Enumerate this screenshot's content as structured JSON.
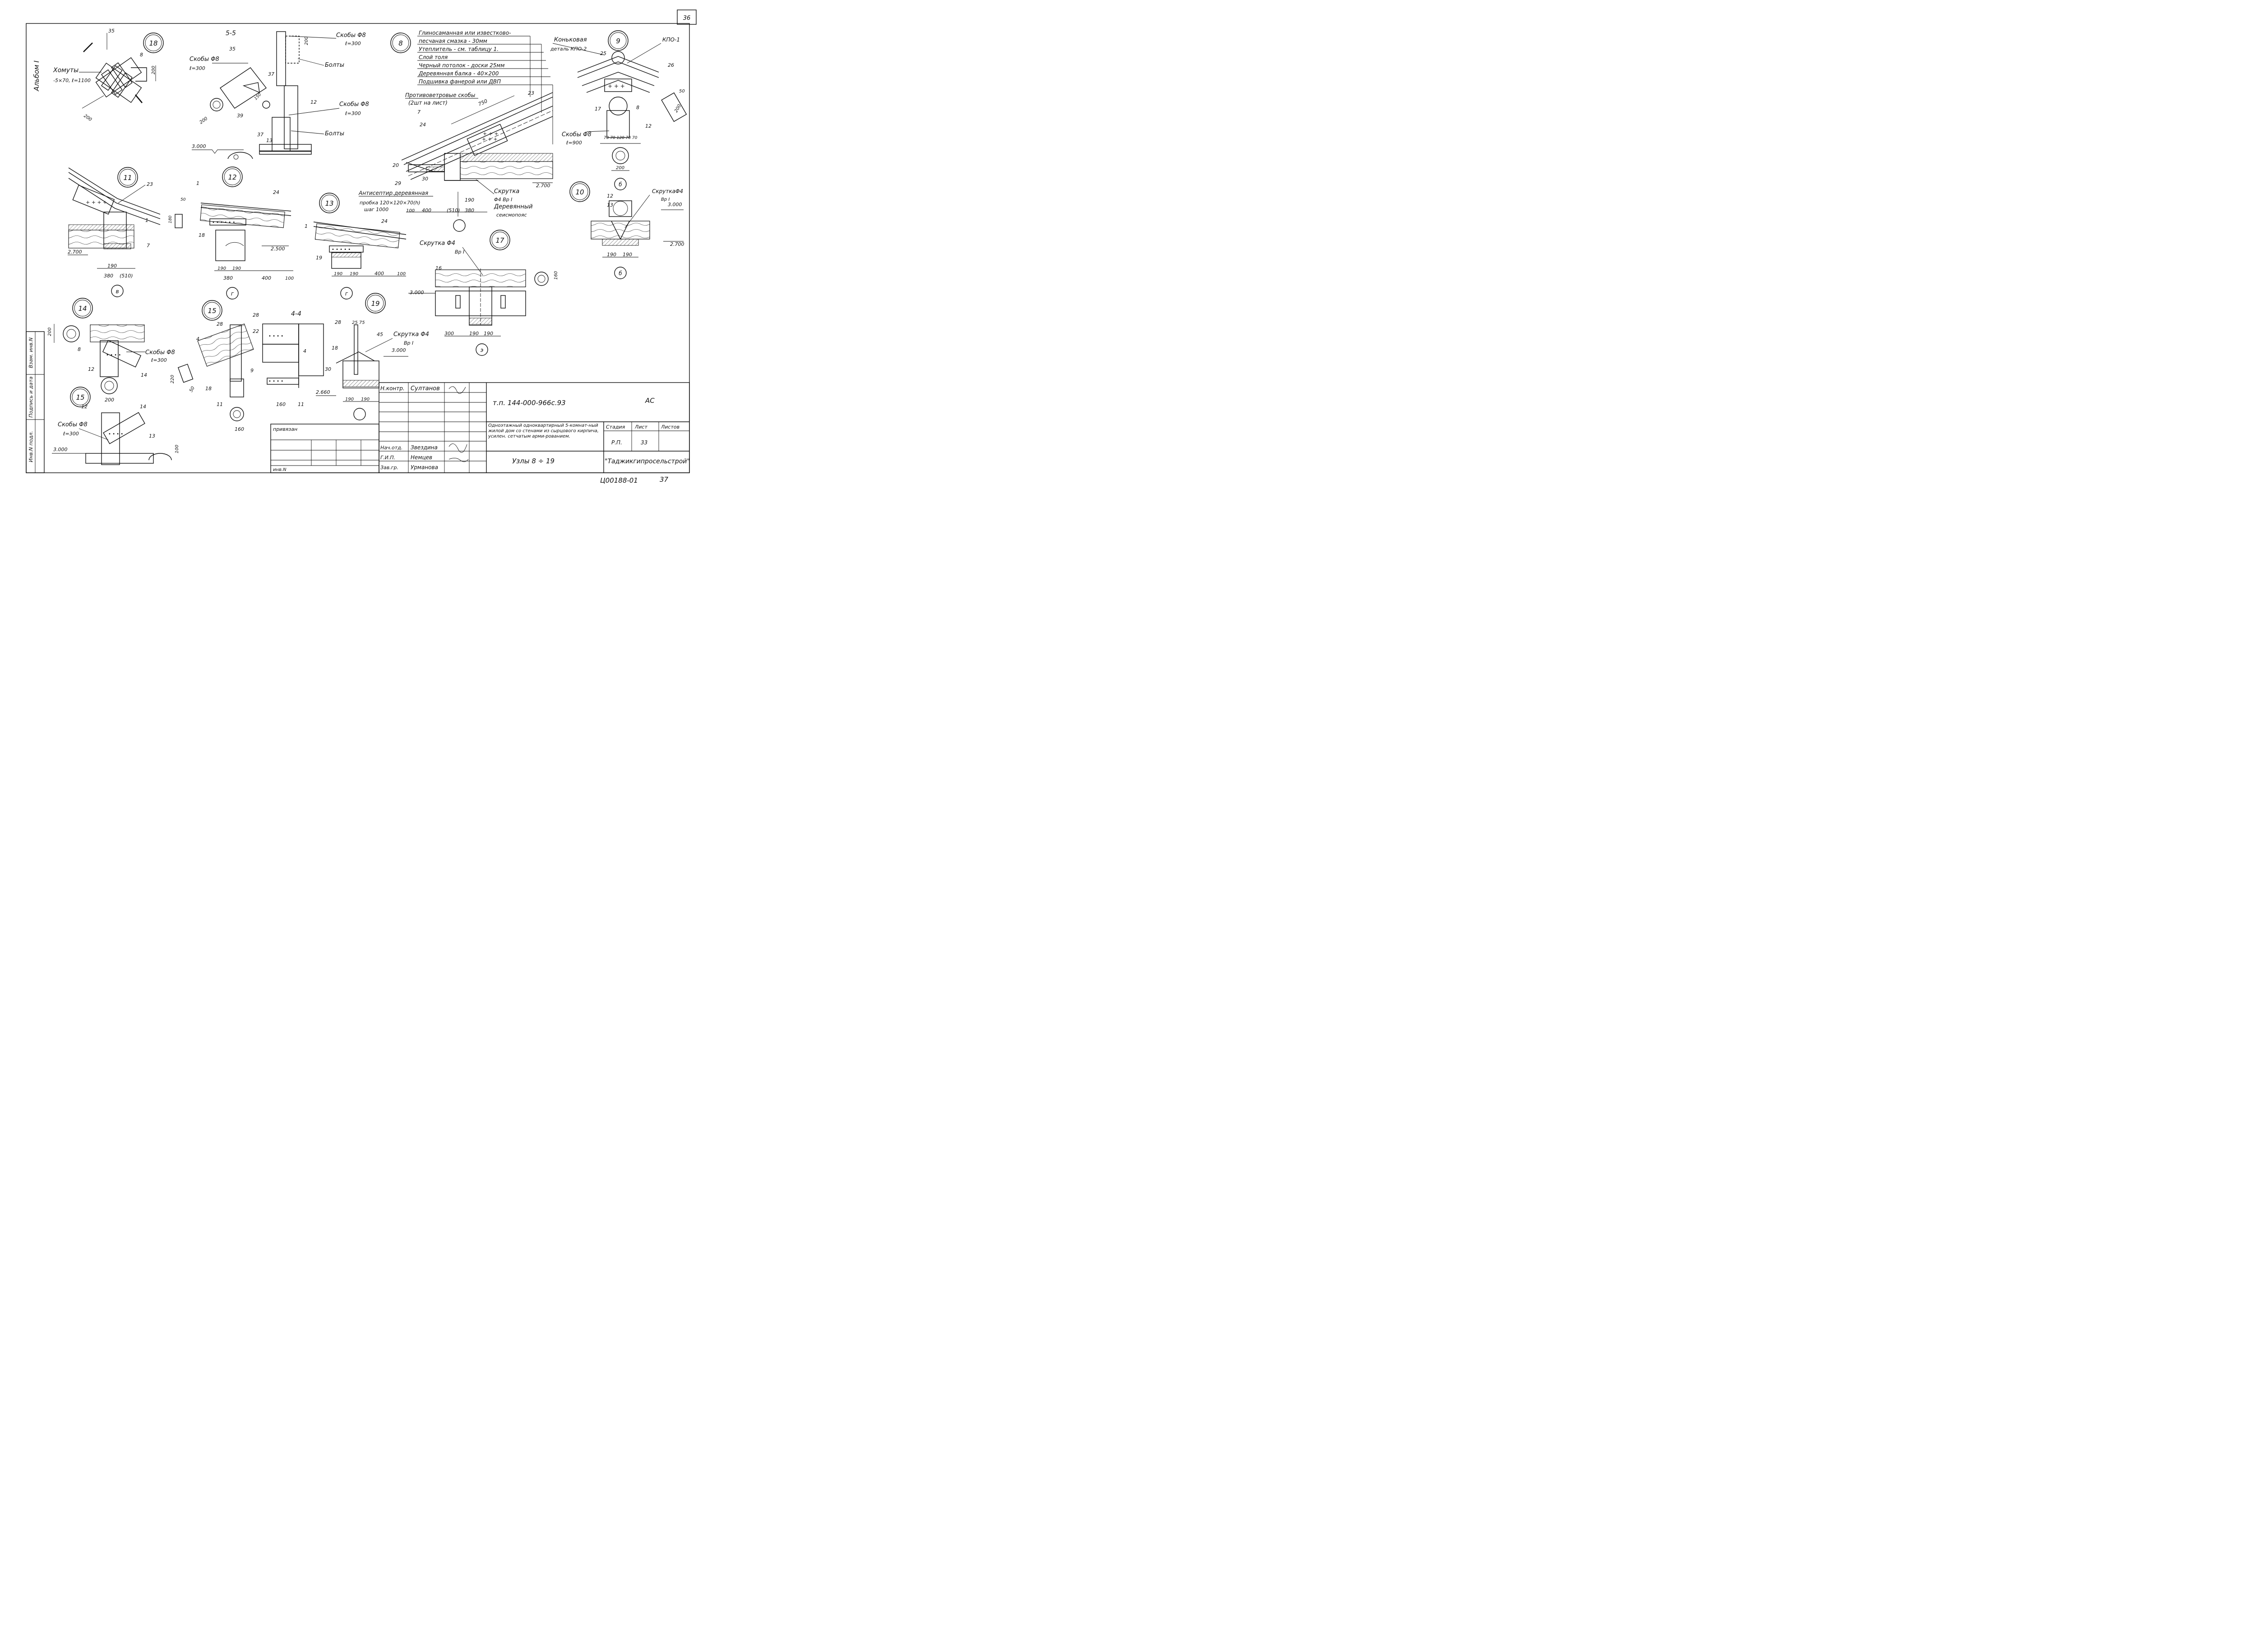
{
  "sheet": {
    "sheet_number": "36",
    "album": "Альбом I",
    "code_bottom": "Ц00188-01",
    "page_bottom": "37"
  },
  "nodes": {
    "n18": "18",
    "n8": "8",
    "n9": "9",
    "n10": "10",
    "n11": "11",
    "n12": "12",
    "n13": "13",
    "n14": "14",
    "n15a": "15",
    "n15b": "15",
    "n17": "17",
    "n19": "19"
  },
  "sections": {
    "s55": "5-5",
    "s44": "4-4"
  },
  "axes": {
    "v": "в",
    "g1": "г",
    "g2": "г",
    "b1": "б",
    "b2": "б",
    "e": "э"
  },
  "labels": {
    "homuty": "Хомуты",
    "homuty_size": "-5×70, ℓ=1100",
    "skoby8": "Скобы Φ8",
    "skoby8_b": "Скобы Φ8",
    "skoby8_c": "Скобы Φ8",
    "skoby8_d": "Скобы Φ8",
    "skoby8_e": "Скобы Φ8",
    "skoby8_f": "Скобы Φ8",
    "l300": "ℓ=300",
    "l300b": "ℓ=300",
    "l300c": "ℓ=300",
    "l300d": "ℓ=300",
    "l300e": "ℓ=300",
    "l900": "ℓ=900",
    "bolty": "Болты",
    "bolty2": "Болты",
    "protivovetr": "Противоветровые скобы",
    "protivovetr2": "(2шт на лист)",
    "antisept": "Антисептир.деревянная",
    "probka": "пробка 120×120×70(h)",
    "shag": "шаг 1000",
    "skrutka4": "Скрутка",
    "skrutka4b": "Φ4 Вр I",
    "derev_poyas": "Деревянный",
    "seismo": "сеисмопояс",
    "skrutka_17": "Скрутка Φ4",
    "vr_17": "Вр I",
    "skrutka_10": "СкруткаΦ4",
    "vr_10": "Вр I",
    "skrutka_19": "Скрутка Φ4",
    "vr_19": "Вр I",
    "konkovaya": "Коньковая",
    "detal": "деталь КПО-2",
    "kpo1": "КПО-1"
  },
  "legend8": [
    "Глиносаманная или известково-",
    "песчаная смазка        - 30мм",
    "Утеплитель - см. таблицу 1.",
    "Слой толя",
    "Черный потолок - доски 25мм",
    "Деревянная балка     - 40×200",
    "Подшивка фанерой или ДВП"
  ],
  "levels": {
    "l3000a": "3.000",
    "l3000b": "3.000",
    "l3000c": "3.000",
    "l3000d": "3.000",
    "l3000e": "3.000",
    "l2700a": "2.700",
    "l2700b": "2.700",
    "l2700c": "2.700",
    "l2500": "2.500",
    "l2660": "2.660"
  },
  "dims": {
    "d35": "35",
    "d8": "8",
    "d200a": "200",
    "d200b": "200",
    "d200c": "200",
    "d200d": "200",
    "d200e": "200",
    "d200f": "200",
    "d200g": "200",
    "d35b": "35",
    "d37": "37",
    "d37b": "37",
    "d12": "12",
    "d13": "13",
    "d39": "39",
    "d150": "150",
    "d750": "750",
    "d23": "23",
    "d7": "7",
    "d24": "24",
    "d20": "20",
    "d29": "29",
    "d30": "30",
    "d400": "400",
    "d510": "(510)",
    "d380": "380",
    "d190": "190",
    "d100": "100",
    "d25": "25",
    "d26": "26",
    "d17": "17",
    "d12b": "12",
    "d50": "50",
    "d70s": "70 70 120 70 70",
    "d190a": "190",
    "d190b": "190",
    "d380b": "380",
    "d510b": "(510)",
    "d190c": "190",
    "d1": "1",
    "d23b": "23",
    "d7b": "7",
    "d24b": "24",
    "d18": "18",
    "d190d": "190",
    "d190e": "190",
    "d380c": "380",
    "d400b": "400",
    "d100b": "100",
    "d50b": "50",
    "d180": "180",
    "d1b": "1",
    "d24c": "24",
    "d19": "19",
    "d190f": "190",
    "d190g": "190",
    "d400c": "400",
    "d100c": "100",
    "d16": "16",
    "d160": "160",
    "d300": "300",
    "d190h": "190",
    "d190i": "190",
    "d12c": "12",
    "d13b": "13",
    "d190j": "190",
    "d190k": "190",
    "d8b": "8",
    "d12d": "12",
    "d14": "14",
    "d12e": "12",
    "d14b": "14",
    "d13c": "13",
    "d100d": "100",
    "d28": "28",
    "d22": "22",
    "d4": "4",
    "d9": "9",
    "d18b": "18",
    "d11": "11",
    "d220": "220",
    "d50c": "50",
    "d28b": "28",
    "d4b": "4",
    "d18c": "18",
    "d160b": "160",
    "d11b": "11",
    "d160c": "160",
    "d28c": "28",
    "d2575": "25  75",
    "d45": "45",
    "d30b": "30",
    "d190l": "190",
    "d190m": "190"
  },
  "title_block": {
    "n_kontr": "Н.контр.",
    "n_kontr_name": "Султанов",
    "privyazan": "привязан",
    "inv_n": "инв.N",
    "nach_otd": "Нач.отд.",
    "nach_otd_name": "Звездина",
    "gip": "Г.И.П.",
    "gip_name": "Немцев",
    "zav_gr": "Зав.гр.",
    "zav_gr_name": "Урманова",
    "doc_code": "т.п. 144-000-966с.93",
    "ac": "АС",
    "description": "Одноэтажный одноквартирный 5-комнат-ный жилой дом со стенами из сырцового кирпича, усилен. сетчатым арми-рованием.",
    "stadia": "Стадия",
    "list": "Лист",
    "listov": "Листов",
    "stadia_val": "Р.П.",
    "list_val": "33",
    "nodes_title": "Узлы 8 ÷ 19",
    "org": "\"Таджикгипросельстрой\""
  },
  "side_stamp": {
    "inv_podl": "Инв.N подл.",
    "podpis": "Подпись и дата",
    "vzam": "Взам. инв.N"
  }
}
